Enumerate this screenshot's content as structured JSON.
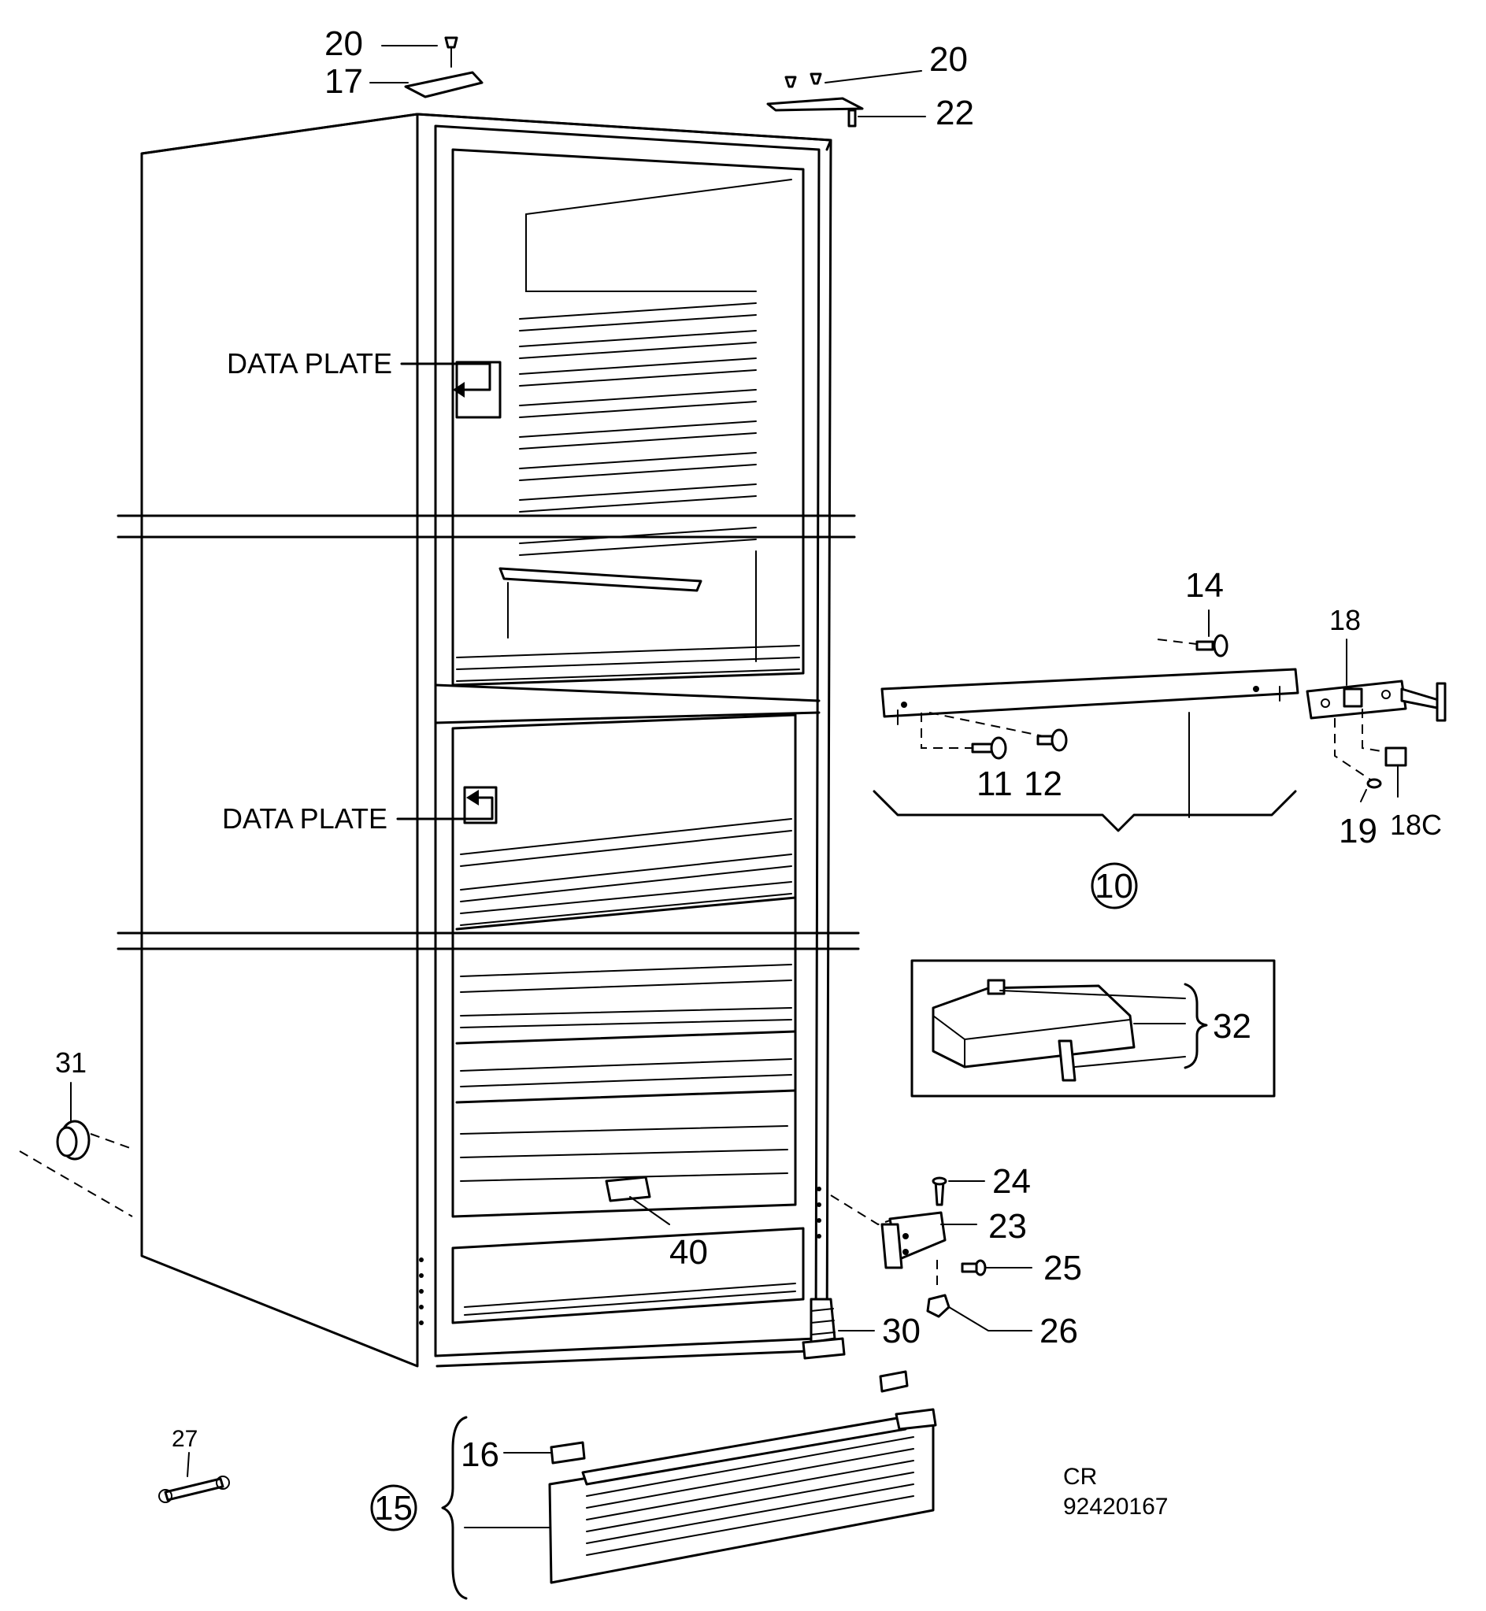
{
  "callouts": {
    "c20a": "20",
    "c17": "17",
    "c20b": "20",
    "c22": "22",
    "c14": "14",
    "c18": "18",
    "c11": "11",
    "c12": "12",
    "c19": "19",
    "c18c": "18C",
    "c10": "10",
    "c32": "32",
    "c31": "31",
    "c24": "24",
    "c23": "23",
    "c25": "25",
    "c26": "26",
    "c30": "30",
    "c40": "40",
    "c27": "27",
    "c16": "16",
    "c15": "15"
  },
  "labels": {
    "data_plate_upper": "DATA PLATE",
    "data_plate_lower": "DATA PLATE"
  },
  "footer": {
    "code_line1": "CR",
    "code_line2": "92420167"
  }
}
